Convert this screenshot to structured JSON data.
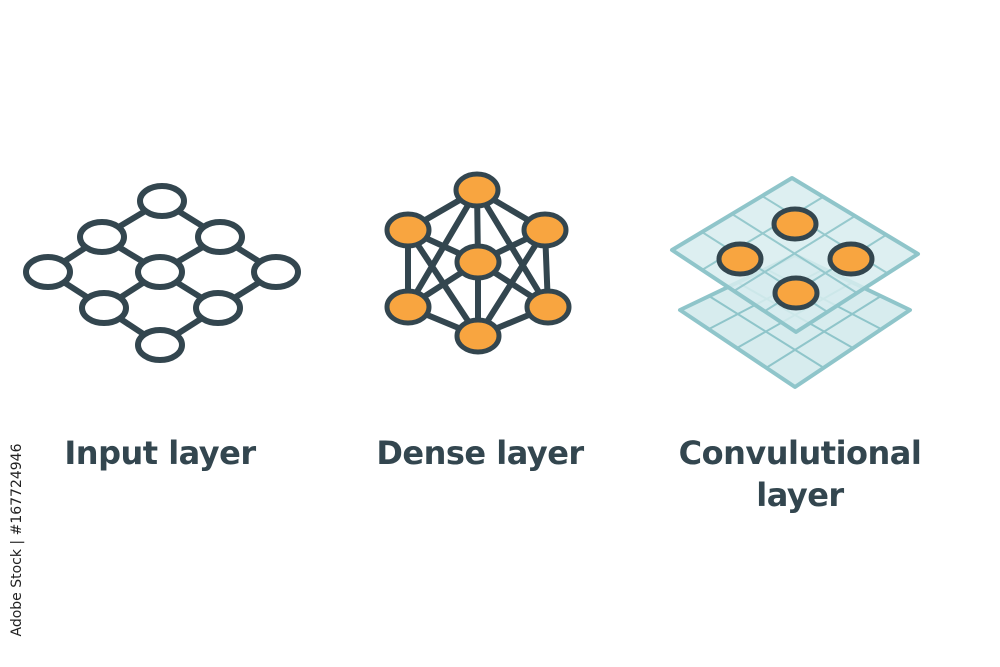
{
  "panels": [
    {
      "id": "input",
      "caption": "Input layer"
    },
    {
      "id": "dense",
      "caption": "Dense layer"
    },
    {
      "id": "conv",
      "caption_line1": "Convulutional",
      "caption_line2": "layer"
    }
  ],
  "watermark": "Adobe Stock | #167724946",
  "colors": {
    "stroke": "#33464f",
    "node_fill_orange": "#f8a540",
    "node_fill_white": "#ffffff",
    "plane_fill": "#d7ecee",
    "plane_stroke": "#8fc5ca"
  }
}
